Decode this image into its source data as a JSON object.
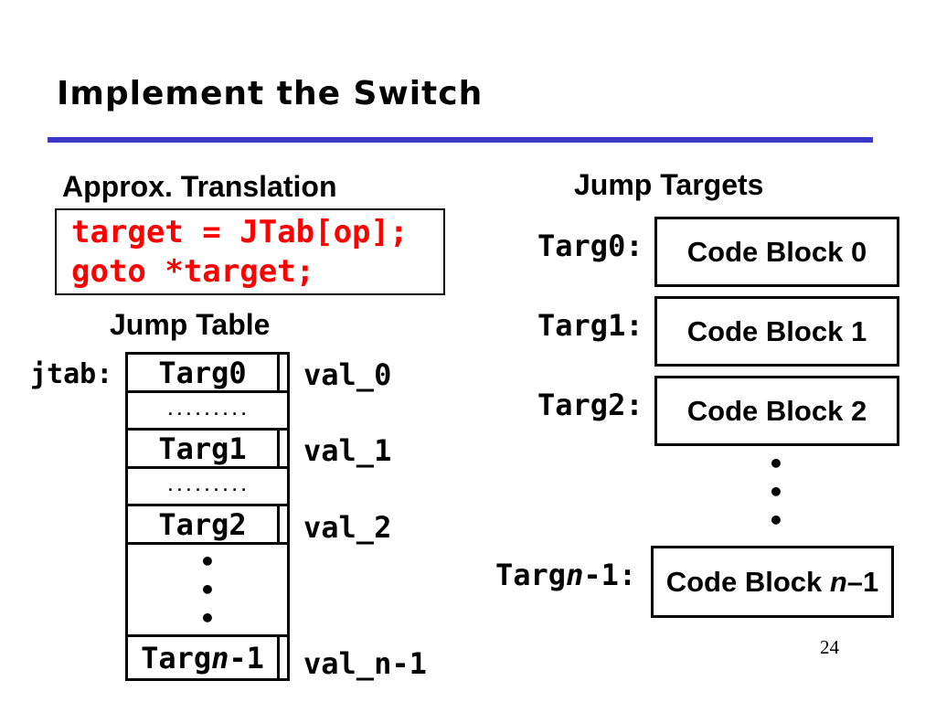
{
  "slide": {
    "title": "Implement the Switch",
    "page_number": "24"
  },
  "colors": {
    "accent_blue": "#3B38C8",
    "code_red": "#FF0000",
    "line_black": "#000000"
  },
  "approx": {
    "heading": "Approx. Translation",
    "code_lines": [
      "target = JTab[op];",
      "goto *target;"
    ]
  },
  "jump_table": {
    "heading": "Jump Table",
    "pointer_label": "jtab:",
    "cells": [
      {
        "label": "Targ0"
      },
      {
        "label": "........."
      },
      {
        "label": "Targ1"
      },
      {
        "label": "........."
      },
      {
        "label": "Targ2"
      },
      {
        "dots": [
          "•",
          "•",
          "•"
        ]
      },
      {
        "prefix": "Targ",
        "var": "n",
        "suffix": "-1"
      }
    ],
    "val_labels": [
      "val_0",
      "val_1",
      "val_2",
      "val_n-1"
    ]
  },
  "jump_targets": {
    "heading": "Jump Targets",
    "entries": [
      {
        "label": "Targ0:",
        "block": "Code Block 0"
      },
      {
        "label": "Targ1:",
        "block": "Code Block 1"
      },
      {
        "label": "Targ2:",
        "block": "Code Block 2"
      }
    ],
    "ellipsis_dots": [
      "•",
      "•",
      "•"
    ],
    "last_entry": {
      "label_prefix": "Targ",
      "label_var": "n",
      "label_suffix": "-1:",
      "block_prefix": "Code Block ",
      "block_var": "n",
      "block_suffix": "–1"
    }
  }
}
